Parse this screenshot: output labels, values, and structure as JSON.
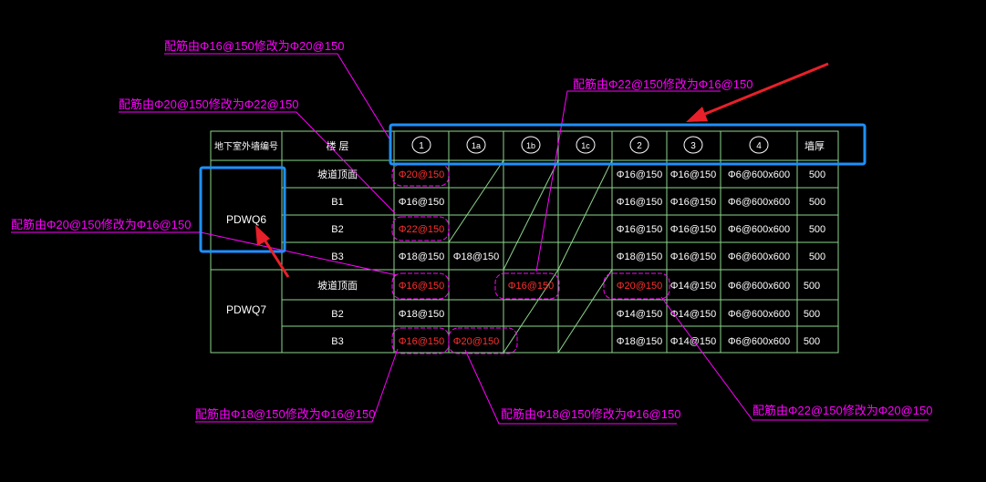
{
  "colors": {
    "background": "#000000",
    "grid": "#8cd68c",
    "cell_text": "#ffffff",
    "changed_text": "#ff3030",
    "annotation": "#ff00ff",
    "highlight_box": "#1e90ff",
    "arrow": "#e8202a"
  },
  "table": {
    "headers": {
      "wall_id": "地下室外墙编号",
      "floor": "楼 层",
      "axis_1": "1",
      "axis_1a": "1a",
      "axis_1b": "1b",
      "axis_1c": "1c",
      "axis_2": "2",
      "axis_3": "3",
      "axis_4": "4",
      "thickness": "墙厚"
    },
    "groups": [
      {
        "wall_id": "PDWQ6",
        "rows": [
          {
            "floor": "坡道顶面",
            "c1": "Φ20@150",
            "c1a": "",
            "c1b": "",
            "c1c": "",
            "c2": "Φ16@150",
            "c3": "Φ16@150",
            "c4": "Φ6@600x600",
            "thk": "500"
          },
          {
            "floor": "B1",
            "c1": "Φ16@150",
            "c1a": "",
            "c1b": "",
            "c1c": "",
            "c2": "Φ16@150",
            "c3": "Φ16@150",
            "c4": "Φ6@600x600",
            "thk": "500"
          },
          {
            "floor": "B2",
            "c1": "Φ22@150",
            "c1a": "",
            "c1b": "",
            "c1c": "",
            "c2": "Φ16@150",
            "c3": "Φ16@150",
            "c4": "Φ6@600x600",
            "thk": "500"
          },
          {
            "floor": "B3",
            "c1": "Φ18@150",
            "c1a": "Φ18@150",
            "c1b": "",
            "c1c": "",
            "c2": "Φ18@150",
            "c3": "Φ16@150",
            "c4": "Φ6@600x600",
            "thk": "500"
          }
        ]
      },
      {
        "wall_id": "PDWQ7",
        "rows": [
          {
            "floor": "坡道顶面",
            "c1": "Φ16@150",
            "c1a": "",
            "c1b": "Φ16@150",
            "c1c": "",
            "c2": "Φ20@150",
            "c3": "Φ14@150",
            "c4": "Φ6@600x600",
            "thk": "500"
          },
          {
            "floor": "B2",
            "c1": "Φ18@150",
            "c1a": "",
            "c1b": "",
            "c1c": "",
            "c2": "Φ14@150",
            "c3": "Φ14@150",
            "c4": "Φ6@600x600",
            "thk": "500"
          },
          {
            "floor": "B3",
            "c1": "Φ16@150",
            "c1a": "Φ20@150",
            "c1b": "",
            "c1c": "",
            "c2": "Φ18@150",
            "c3": "Φ14@150",
            "c4": "Φ6@600x600",
            "thk": "500"
          }
        ]
      }
    ]
  },
  "annotations": {
    "a1": "配筋由Φ16@150修改为Φ20@150",
    "a2": "配筋由Φ20@150修改为Φ22@150",
    "a3": "配筋由Φ22@150修改为Φ16@150",
    "a4": "配筋由Φ20@150修改为Φ16@150",
    "a5": "配筋由Φ18@150修改为Φ16@150",
    "a6": "配筋由Φ18@150修改为Φ16@150",
    "a7": "配筋由Φ22@150修改为Φ20@150"
  }
}
